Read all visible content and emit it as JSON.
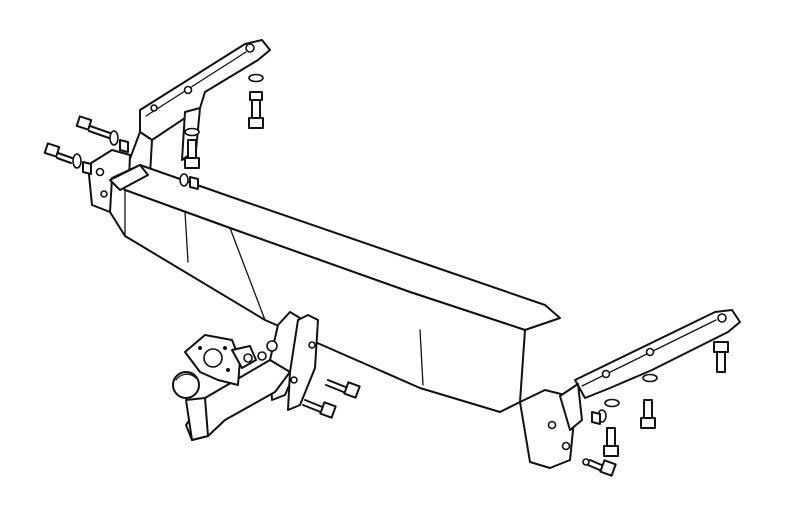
{
  "diagram": {
    "stroke_color": "#111111",
    "background_color": "#ffffff",
    "parts": [
      {
        "id": "crossbar",
        "icon": "tube-icon"
      },
      {
        "id": "left-bracket",
        "icon": "bracket-icon"
      },
      {
        "id": "right-bracket",
        "icon": "bracket-icon"
      },
      {
        "id": "tow-ball",
        "icon": "tow-ball-icon"
      },
      {
        "id": "socket-plate",
        "icon": "socket-plate-icon"
      },
      {
        "id": "bolts",
        "icon": "bolt-icon"
      },
      {
        "id": "washers",
        "icon": "washer-icon"
      },
      {
        "id": "nuts",
        "icon": "nut-icon"
      }
    ]
  }
}
